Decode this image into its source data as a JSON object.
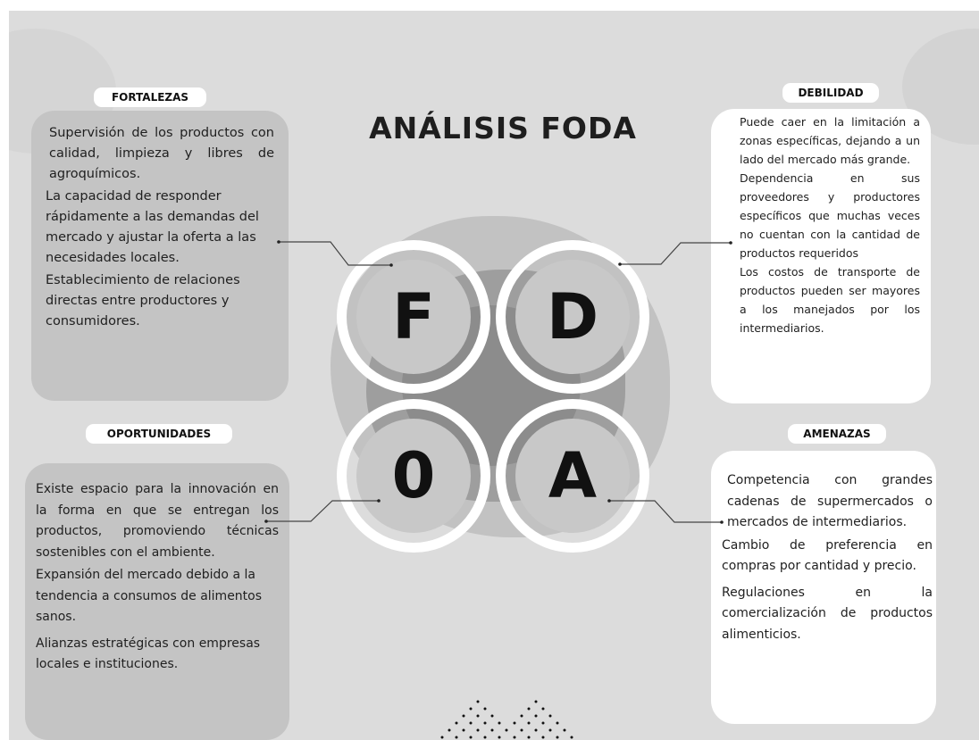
{
  "title": "ANÁLISIS FODA",
  "quadrants": {
    "f": {
      "letter": "F"
    },
    "d": {
      "letter": "D"
    },
    "o": {
      "letter": "0"
    },
    "a": {
      "letter": "A"
    }
  },
  "fortalezas": {
    "heading": "FORTALEZAS",
    "items": [
      "Supervisión de los productos con calidad, limpieza y libres de agroquímicos.",
      "La capacidad de responder rápidamente a las demandas del mercado y ajustar la oferta a las necesidades locales.",
      "Establecimiento de relaciones directas entre productores y consumidores."
    ]
  },
  "debilidad": {
    "heading": "DEBILIDAD",
    "items": [
      "Puede caer en la limitación a zonas específicas, dejando a un lado del mercado más grande.",
      "Dependencia en sus proveedores y productores específicos que muchas veces no cuentan con la cantidad de productos requeridos",
      "Los costos de transporte de productos pueden ser mayores a los manejados por los intermediarios."
    ]
  },
  "oportunidades": {
    "heading": "OPORTUNIDADES",
    "items": [
      "Existe espacio para la innovación en la forma en que se entregan los productos, promoviendo técnicas sostenibles con el ambiente.",
      "Expansión del mercado debido a la tendencia a consumos de alimentos sanos.",
      "Alianzas estratégicas con empresas locales e instituciones."
    ]
  },
  "amenazas": {
    "heading": "AMENAZAS",
    "items": [
      "Competencia con grandes cadenas de supermercados o mercados de intermediarios.",
      "Cambio de preferencia en compras por cantidad y precio.",
      "Regulaciones en la comercialización de productos alimenticios."
    ]
  }
}
